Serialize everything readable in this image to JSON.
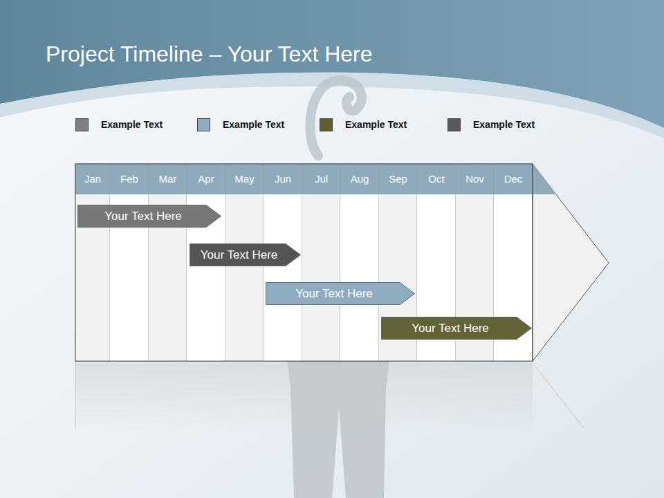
{
  "diagram": {
    "title": "Project Timeline – Your Text Here",
    "nodes": [
      {
        "text": [
          "Your Text Here"
        ]
      },
      {
        "text": [
          "Your Text Here"
        ]
      },
      {
        "text": [
          "Your Text Here"
        ]
      },
      {
        "text": [
          "Your Text Here"
        ]
      }
    ],
    "labels": [
      "Jan",
      "Feb",
      "Mar",
      "Apr",
      "May",
      "Jun",
      "Jul",
      "Aug",
      "Sep",
      "Oct",
      "Nov",
      "Dec"
    ],
    "legend": [
      {
        "text": "Example Text",
        "color": "#7f7f7f"
      },
      {
        "text": "Example Text",
        "color": "#8eacbf"
      },
      {
        "text": "Example Text",
        "color": "#5f5f2f"
      },
      {
        "text": "Example Text",
        "color": "#595959"
      }
    ]
  }
}
